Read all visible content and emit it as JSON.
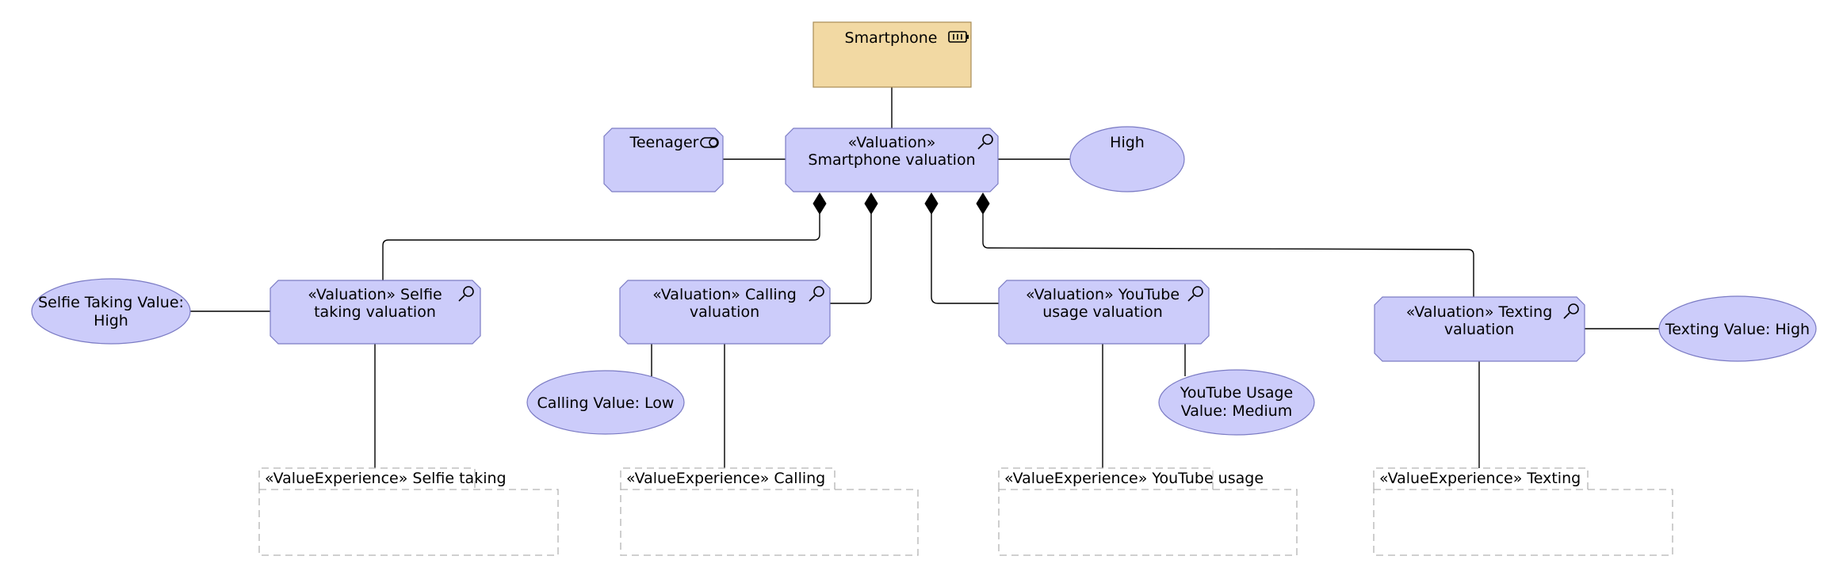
{
  "resource": {
    "name": "Smartphone"
  },
  "stakeholder": {
    "name": "Teenager"
  },
  "main_valuation": {
    "stereotype": "«Valuation»",
    "name": "Smartphone valuation",
    "value": "High"
  },
  "valuations": {
    "selfie": {
      "line1": "«Valuation» Selfie",
      "line2": "taking valuation",
      "value_line1": "Selfie Taking Value:",
      "value_line2": "High",
      "experience": "«ValueExperience» Selfie taking"
    },
    "calling": {
      "line1": "«Valuation» Calling",
      "line2": "valuation",
      "value_line1": "Calling Value: Low",
      "experience": "«ValueExperience» Calling"
    },
    "youtube": {
      "line1": "«Valuation» YouTube",
      "line2": "usage valuation",
      "value_line1": "YouTube Usage",
      "value_line2": "Value: Medium",
      "experience": "«ValueExperience» YouTube usage"
    },
    "texting": {
      "line1": "«Valuation» Texting",
      "line2": "valuation",
      "value_line1": "Texting Value: High",
      "experience": "«ValueExperience» Texting"
    }
  },
  "colors": {
    "valuation_fill": "#ccccfa",
    "valuation_border": "#7b7bc4",
    "resource_fill": "#f2d9a3",
    "experience_border": "#b3b3b3"
  },
  "icons": {
    "resource": "resource-icon",
    "stakeholder": "stakeholder-icon",
    "valuation": "magnifier-icon",
    "composition": "filled-diamond"
  }
}
